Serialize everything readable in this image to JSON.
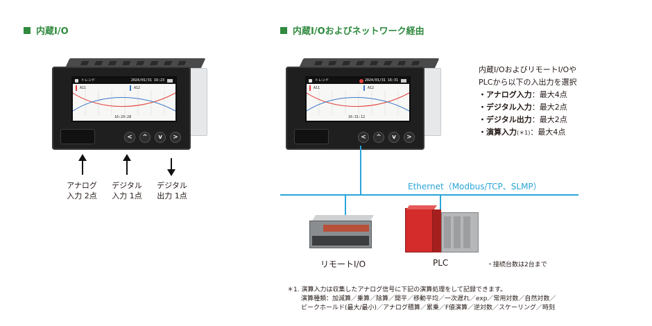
{
  "left_section": {
    "heading": "内蔵I/O"
  },
  "right_section": {
    "heading": "内蔵I/Oおよびネットワーク経由"
  },
  "device_screen": {
    "mode_label": "トレンド",
    "left_datetime": "2024/01/31 16:23",
    "right_datetime": "2024/01/31 16:31",
    "badge": "REC",
    "channel_a": "A11",
    "channel_b": "A12",
    "time_left": "16:29:28",
    "time_right": "16:31:12",
    "curve_colors": {
      "a": "#e0403c",
      "b": "#3a78c8"
    }
  },
  "keys": [
    "<",
    "^",
    "v",
    ">"
  ],
  "io_arrows": [
    {
      "line1": "アナログ",
      "line2": "入力 2点",
      "direction": "in"
    },
    {
      "line1": "デジタル",
      "line2": "入力 1点",
      "direction": "in"
    },
    {
      "line1": "デジタル",
      "line2": "出力 1点",
      "direction": "out"
    }
  ],
  "description": {
    "intro_line1": "内蔵I/OおよびリモートI/Oや",
    "intro_line2": "PLCから以下の入出力を選択",
    "items": [
      {
        "name": "・アナログ入力",
        "value": "：最大4点"
      },
      {
        "name": "・デジタル入力",
        "value": "：最大2点"
      },
      {
        "name": "・デジタル出力",
        "value": "：最大2点"
      },
      {
        "name": "・演算入力",
        "sup": "(＊1)",
        "value": "：最大4点"
      }
    ]
  },
  "network": {
    "label": "Ethernet（Modbus/TCP、SLMP）",
    "line_color": "#2aa4d9"
  },
  "hardware": {
    "remote_io_label": "リモートI/O",
    "plc_label": "PLC",
    "connection_note": "・接続台数は2台まで"
  },
  "footnote": {
    "line1": "＊1. 演算入力は収集したアナログ信号に下記の演算処理をして記録できます。",
    "line2": "演算種類：加減算／乗算／除算／開平／移動平均／一次遅れ／exp／常用対数／自然対数／",
    "line3": "ピークホールド(最大/最小)／アナログ積算／累乗／F値演算／逆対数／スケーリング／時刻"
  },
  "colors": {
    "heading_green": "#2f8a3e",
    "plc_red": "#d42b2b"
  }
}
